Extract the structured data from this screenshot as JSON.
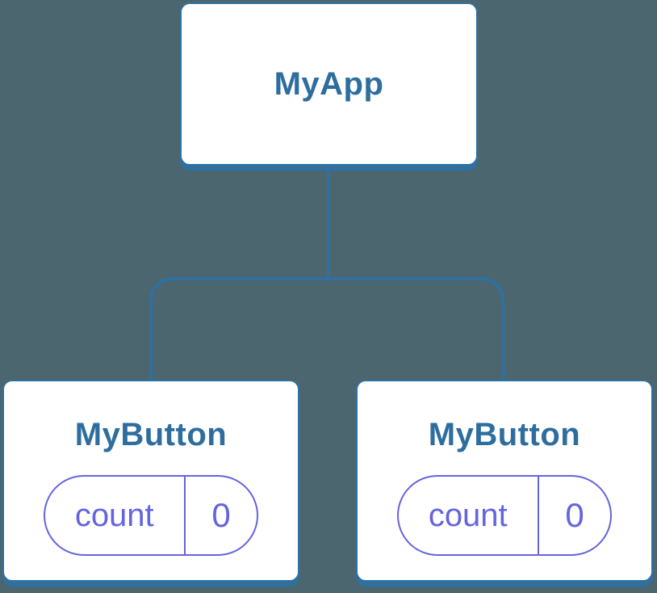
{
  "colors": {
    "background": "#4C666F",
    "connector": "#2F70A0",
    "node_border": "#2F70A0",
    "node_fill": "#FFFFFF",
    "title_text": "#2D6E9E",
    "state_border": "#6464E0",
    "state_text": "#6464E0"
  },
  "tree": {
    "root": {
      "label": "MyApp"
    },
    "children": [
      {
        "label": "MyButton",
        "state": {
          "key": "count",
          "value": "0"
        }
      },
      {
        "label": "MyButton",
        "state": {
          "key": "count",
          "value": "0"
        }
      }
    ]
  }
}
